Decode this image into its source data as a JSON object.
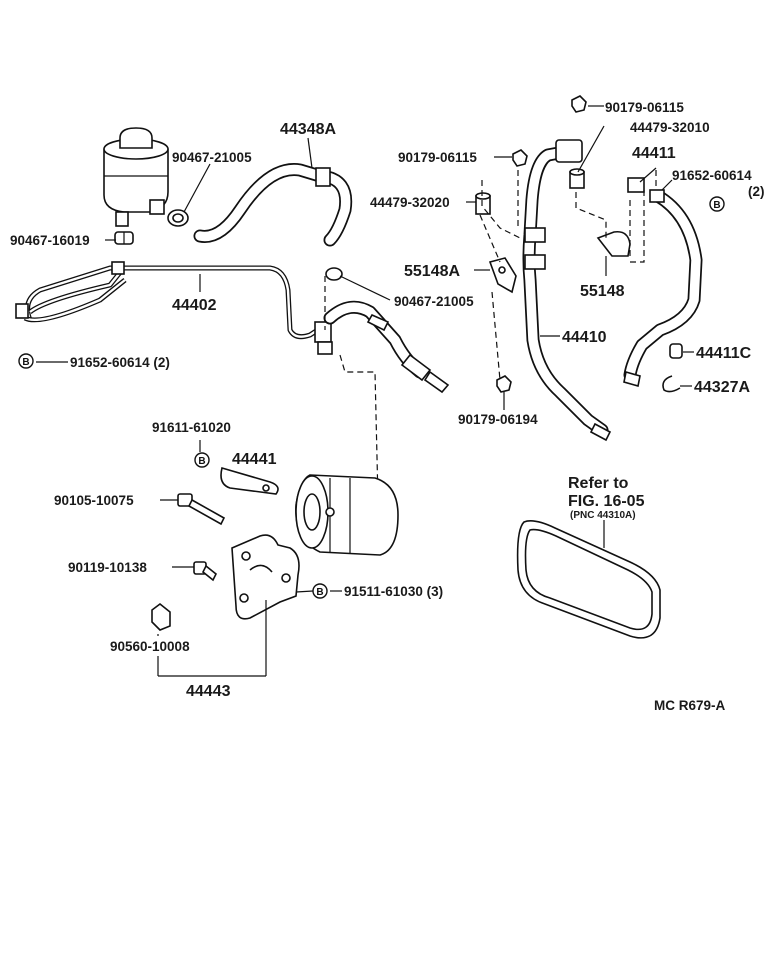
{
  "labels": {
    "p44348A": "44348A",
    "p90467_21005_top": "90467-21005",
    "p90467_16019": "90467-16019",
    "p44402": "44402",
    "p91652_60614_left": "91652-60614 (2)",
    "p90467_21005_mid": "90467-21005",
    "p91611_61020": "91611-61020",
    "p44441": "44441",
    "p90105_10075": "90105-10075",
    "p90119_10138": "90119-10138",
    "p91511_61030": "91511-61030 (3)",
    "p90560_10008": "90560-10008",
    "p44443": "44443",
    "p90179_06115_a": "90179-06115",
    "p44479_32010": "44479-32010",
    "p90179_06115_b": "90179-06115",
    "p44411": "44411",
    "p91652_60614_right": "91652-60614",
    "p91652_60614_right_qty": "(2)",
    "p44479_32020": "44479-32020",
    "p55148A": "55148A",
    "p55148": "55148",
    "p44410": "44410",
    "p44411C": "44411C",
    "p44327A": "44327A",
    "p90179_06194": "90179-06194",
    "refer_to": "Refer to",
    "refer_fig": "FIG. 16-05",
    "refer_pnc": "(PNC 44310A)",
    "drawing_code": "MC R679-A"
  },
  "washer_mark": "B"
}
